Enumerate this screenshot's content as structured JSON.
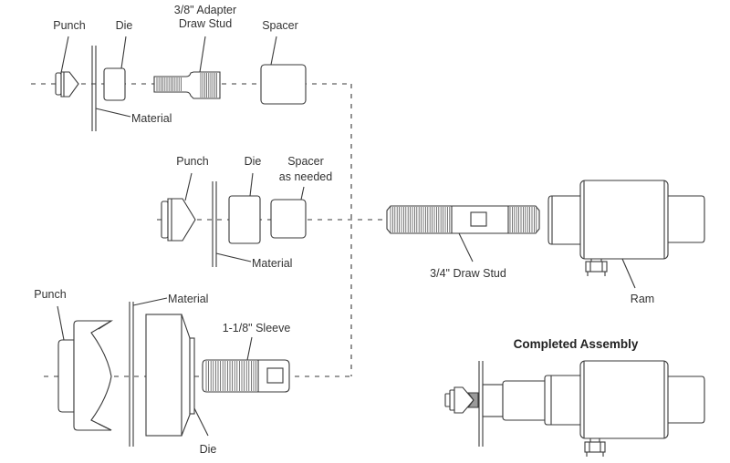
{
  "diagram": {
    "top_row": {
      "punch_label": "Punch",
      "die_label": "Die",
      "adapter_label_line1": "3/8\" Adapter",
      "adapter_label_line2": "Draw Stud",
      "spacer_label": "Spacer",
      "material_label": "Material"
    },
    "middle_row": {
      "punch_label": "Punch",
      "die_label": "Die",
      "spacer_label_line1": "Spacer",
      "spacer_label_line2": "as needed",
      "material_label": "Material"
    },
    "bottom_row": {
      "punch_label": "Punch",
      "material_label": "Material",
      "sleeve_label": "1-1/8\" Sleeve",
      "die_label": "Die"
    },
    "draw_stud_label": "3/4\" Draw Stud",
    "ram_label": "Ram",
    "completed_title": "Completed Assembly",
    "stroke_color": "#3a3a3a",
    "text_color": "#333333"
  }
}
